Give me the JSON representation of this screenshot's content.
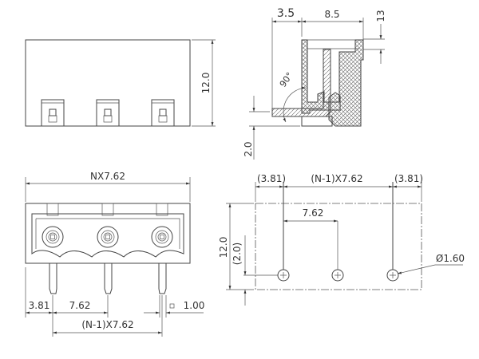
{
  "top_view": {
    "height_dim": "12.0"
  },
  "side_view": {
    "dim_left": "3.5",
    "dim_depth": "8.5",
    "dim_top": "13",
    "dim_bottom": "2.0",
    "angle": "90°"
  },
  "front_view": {
    "total_width": "NX7.62",
    "edge_offset": "3.81",
    "pitch": "7.62",
    "span": "(N-1)X7.62",
    "pin_size": "1.00"
  },
  "pcb_layout": {
    "edge_left": "(3.81)",
    "span": "(N-1)X7.62",
    "edge_right": "(3.81)",
    "pitch": "7.62",
    "height": "12.0",
    "hole_offset": "(2.0)",
    "hole_diameter": "Ø1.60"
  },
  "colors": {
    "line": "#444444",
    "hatch": "#666666"
  }
}
